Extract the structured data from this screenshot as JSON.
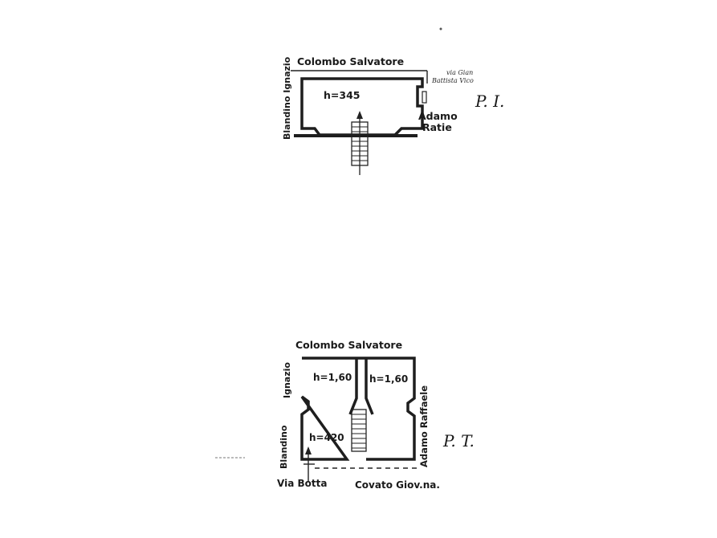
{
  "upper_floor": {
    "floor_label": "P. I.",
    "neighbor_top": "Colombo Salvatore",
    "neighbor_left": "Blandino Ignazio",
    "neighbor_right_1": "Adamo",
    "neighbor_right_2": "Ratie",
    "street_note_1": "via Gian",
    "street_note_2": "Battista Vico",
    "room_height": "h=345"
  },
  "ground_floor": {
    "floor_label": "P. T.",
    "neighbor_top": "Colombo Salvatore",
    "neighbor_left_top": "Ignazio",
    "neighbor_left_bottom": "Blandino",
    "neighbor_right": "Adamo Raffaele",
    "street_left": "Via Botta",
    "neighbor_bottom": "Covato Giov.na.",
    "room_left_height": "h=1,60",
    "room_right_height": "h=1,60",
    "room_main_height": "h=420"
  }
}
